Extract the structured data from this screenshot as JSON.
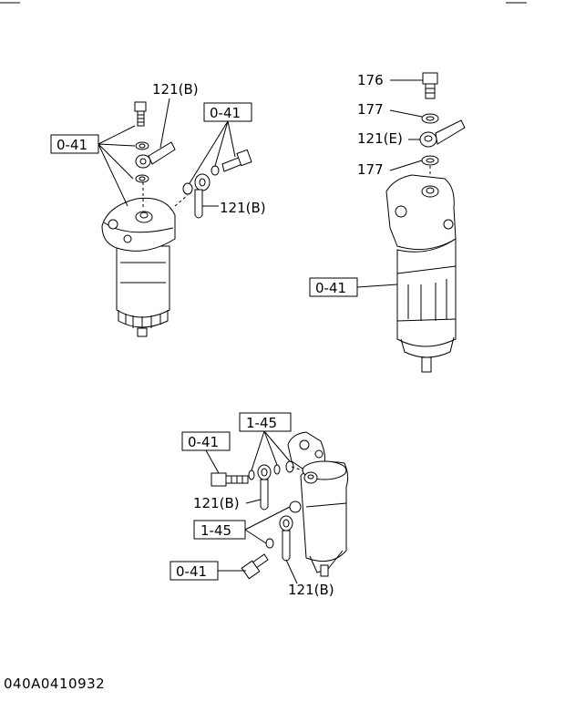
{
  "callouts": {
    "tl_121b_top": "121(B)",
    "tl_041_left": "0-41",
    "tl_041_right": "0-41",
    "tl_121b_right": "121(B)",
    "tr_176": "176",
    "tr_177_a": "177",
    "tr_121e": "121(E)",
    "tr_177_b": "177",
    "tr_041": "0-41",
    "b_145_top": "1-45",
    "b_041_top": "0-41",
    "b_121b_mid": "121(B)",
    "b_145_mid": "1-45",
    "b_041_bottom": "0-41",
    "b_121b_bottom": "121(B)"
  },
  "document_number": "040A0410932"
}
